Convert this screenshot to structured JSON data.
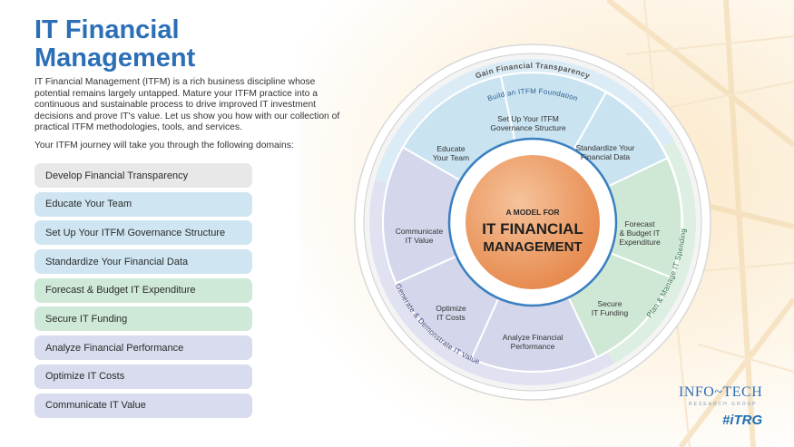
{
  "header": {
    "title_line1": "IT Financial",
    "title_line2": "Management"
  },
  "intro": "IT Financial Management (ITFM) is a rich business discipline whose potential remains largely untapped. Mature your ITFM practice into a continuous and sustainable process to drive improved IT investment decisions and prove IT's value. Let us show you how with our collection of practical ITFM methodologies, tools, and services.",
  "journey_text": "Your ITFM journey will take you through the following domains:",
  "domains": [
    {
      "label": "Develop Financial Transparency",
      "color": "#e8e8e8"
    },
    {
      "label": "Educate Your Team",
      "color": "#cfe6f2"
    },
    {
      "label": "Set Up Your ITFM Governance Structure",
      "color": "#cfe6f2"
    },
    {
      "label": "Standardize Your Financial Data",
      "color": "#cfe6f2"
    },
    {
      "label": "Forecast & Budget IT Expenditure",
      "color": "#cfe9d8"
    },
    {
      "label": "Secure IT Funding",
      "color": "#cfe9d8"
    },
    {
      "label": "Analyze Financial Performance",
      "color": "#d9dcee"
    },
    {
      "label": "Optimize IT Costs",
      "color": "#d9dcee"
    },
    {
      "label": "Communicate IT Value",
      "color": "#d9dcee"
    }
  ],
  "wheel": {
    "outer_label": "Gain Financial Transparency",
    "foundation_label": "Build an ITFM Foundation",
    "plan_label": "Plan & Manage IT Spending",
    "value_label": "Generate & Demonstrate IT Value",
    "center_line1": "A MODEL FOR",
    "center_line2": "IT FINANCIAL",
    "center_line3": "MANAGEMENT",
    "seg_governance_1": "Set Up Your ITFM",
    "seg_governance_2": "Governance Structure",
    "seg_standardize_1": "Standardize Your",
    "seg_standardize_2": "Financial Data",
    "seg_forecast_1": "Forecast",
    "seg_forecast_2": "& Budget IT",
    "seg_forecast_3": "Expenditure",
    "seg_secure_1": "Secure",
    "seg_secure_2": "IT Funding",
    "seg_analyze_1": "Analyze Financial",
    "seg_analyze_2": "Performance",
    "seg_optimize_1": "Optimize",
    "seg_optimize_2": "IT Costs",
    "seg_communicate_1": "Communicate",
    "seg_communicate_2": "IT Value",
    "seg_educate_1": "Educate",
    "seg_educate_2": "Your Team",
    "colors": {
      "blue": "#c9e3f1",
      "green": "#cfe8d6",
      "purple": "#d4d6ec",
      "center": "#e6874a"
    }
  },
  "logos": {
    "infotech": "INFO~TECH",
    "infotech_sub": "RESEARCH GROUP",
    "itrg": "#iTRG"
  }
}
